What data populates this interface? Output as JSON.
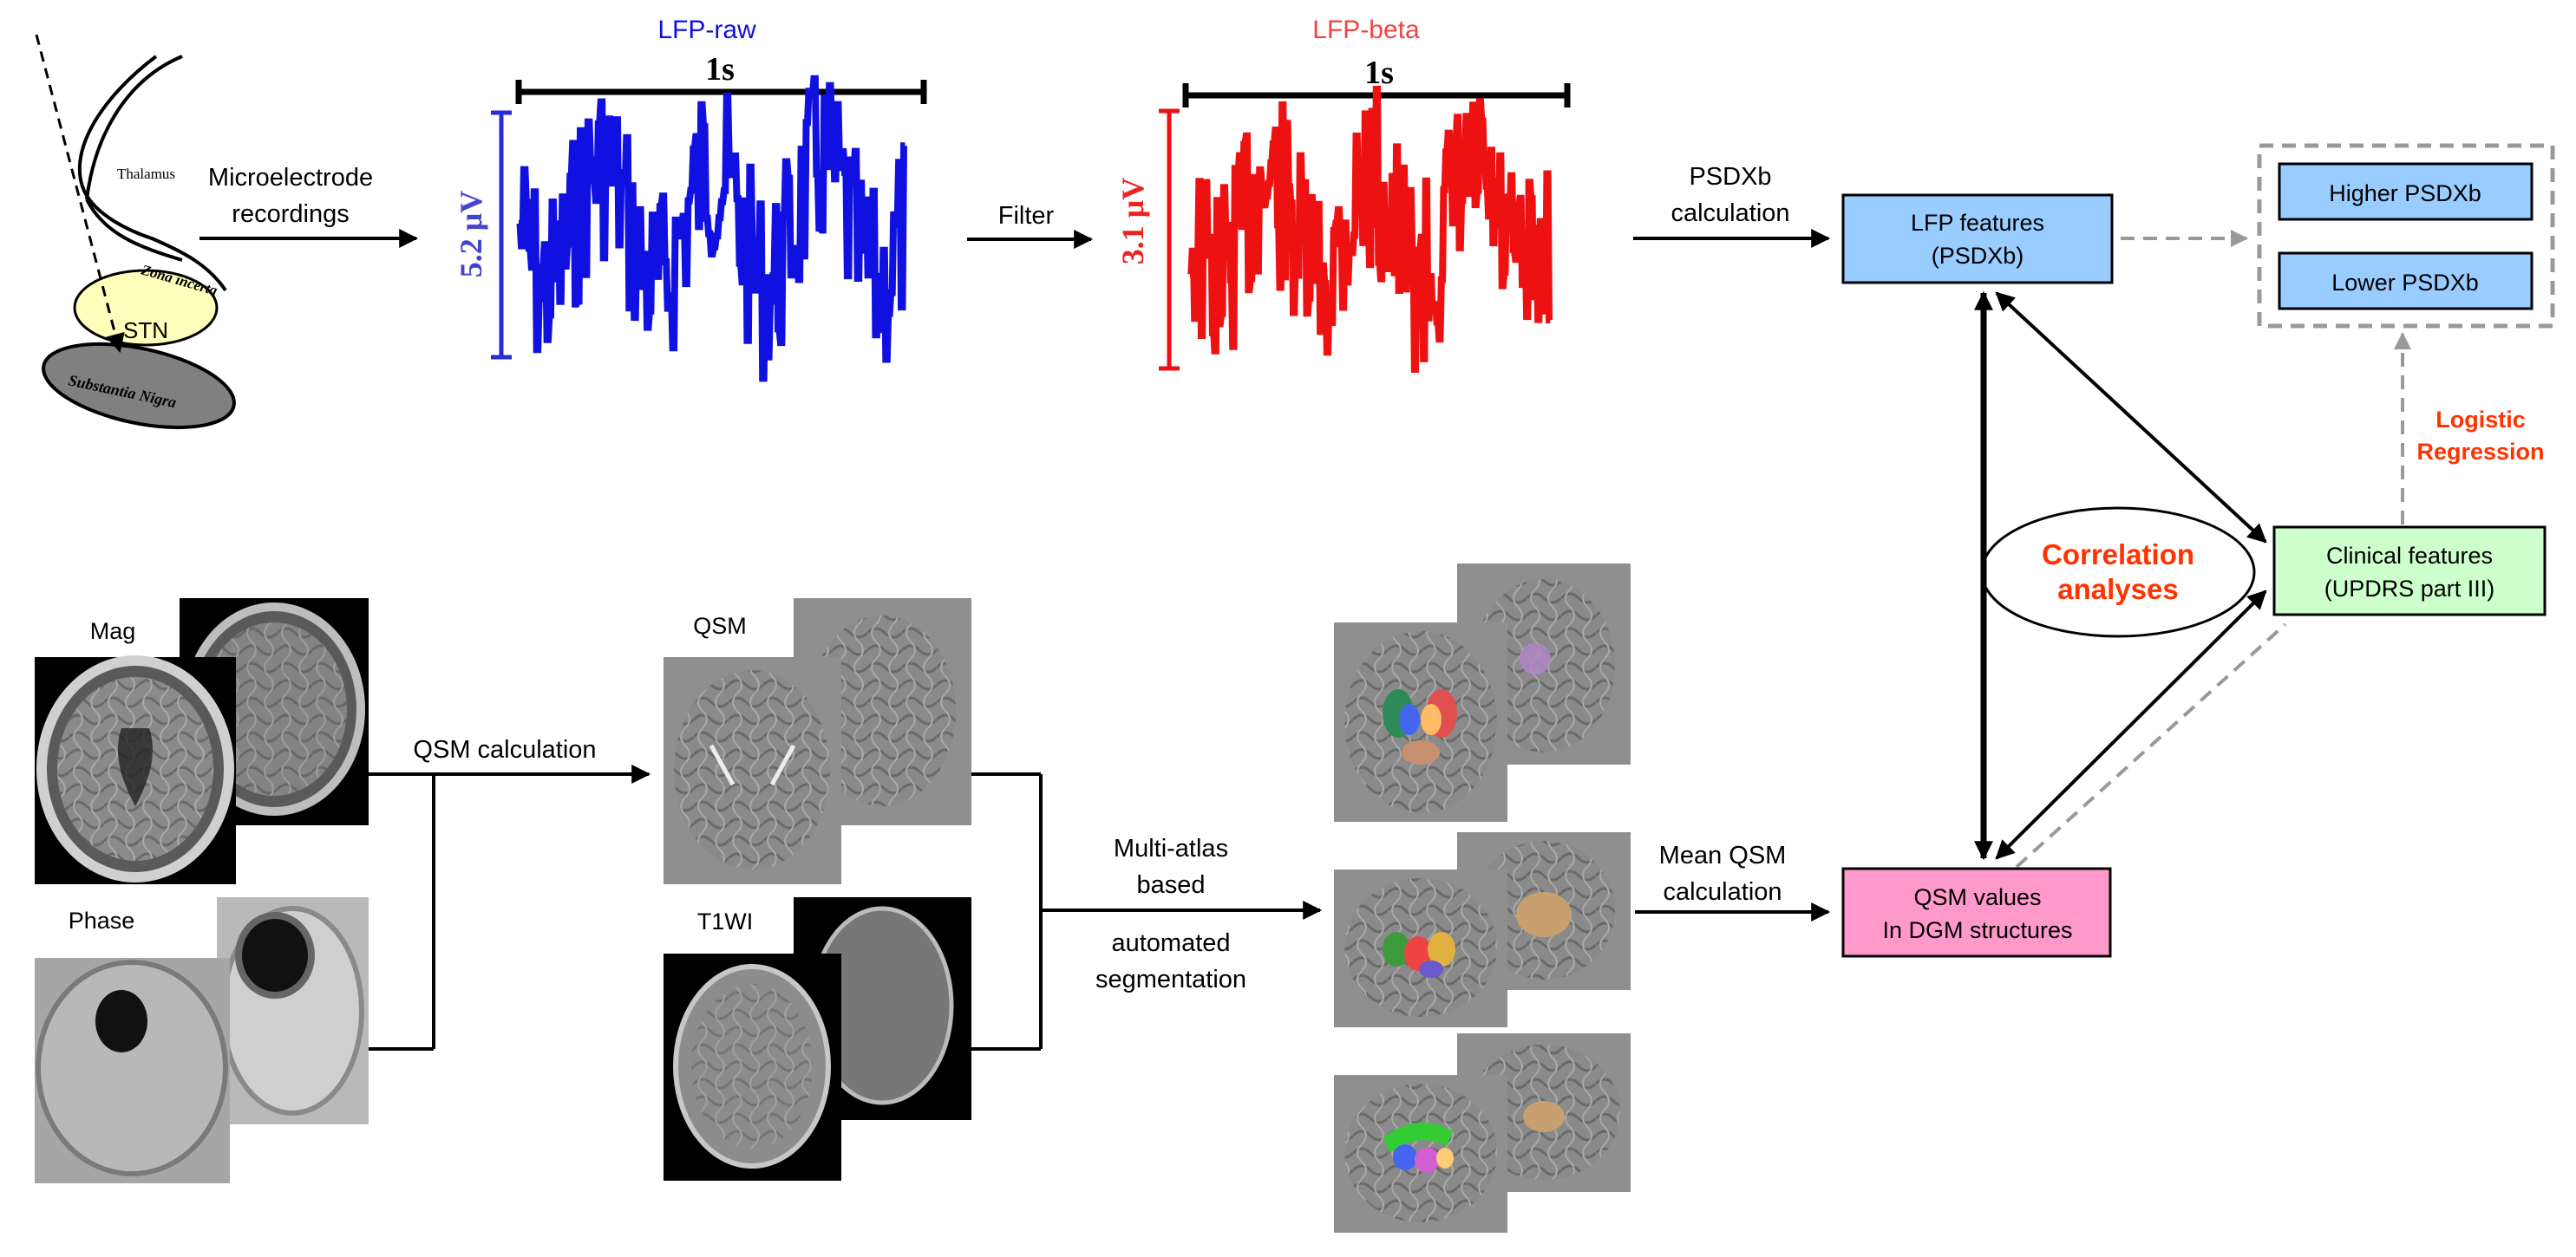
{
  "labels": {
    "lfp_raw": "LFP-raw",
    "lfp_beta": "LFP-beta",
    "time_bar_raw": "1s",
    "time_bar_beta": "1s",
    "scale_raw": "5.2 μV",
    "scale_beta": "3.1 μV",
    "thalamus": "Thalamus",
    "zona_incerta": "Zona incerta",
    "stn": "STN",
    "substantia_nigra": "Substantia Nigra",
    "microelectrode_1": "Microelectrode",
    "microelectrode_2": "recordings",
    "filter": "Filter",
    "psdxb_1": "PSDXb",
    "psdxb_2": "calculation",
    "lfp_features_1": "LFP features",
    "lfp_features_2": "(PSDXb)",
    "higher_psdxb": "Higher PSDXb",
    "lower_psdxb": "Lower PSDXb",
    "logistic_1": "Logistic",
    "logistic_2": "Regression",
    "correlation_1": "Correlation",
    "correlation_2": "analyses",
    "clinical_1": "Clinical features",
    "clinical_2": "(UPDRS part  III)",
    "mag": "Mag",
    "phase": "Phase",
    "qsm_calc": "QSM calculation",
    "qsm": "QSM",
    "t1wi": "T1WI",
    "multi_1": "Multi-atlas",
    "multi_2": "based",
    "multi_3": "automated",
    "multi_4": "segmentation",
    "mean_qsm_1": "Mean QSM",
    "mean_qsm_2": "calculation",
    "qsm_values_1": "QSM values",
    "qsm_values_2": "In DGM structures"
  },
  "colors": {
    "raw_signal": "#1010e0",
    "beta_signal": "#ee1111",
    "accent_red": "#ff3300",
    "lfp_box": "#99ccff",
    "clinical_box": "#ccffcc",
    "qsm_box": "#ff99cc",
    "stn_fill": "#ffffbb",
    "sn_fill": "#808080",
    "dashed_gray": "#999999"
  },
  "icons": {
    "mri_slices": "brain-mri-icon",
    "segmentation": "segmented-brain-icon"
  }
}
